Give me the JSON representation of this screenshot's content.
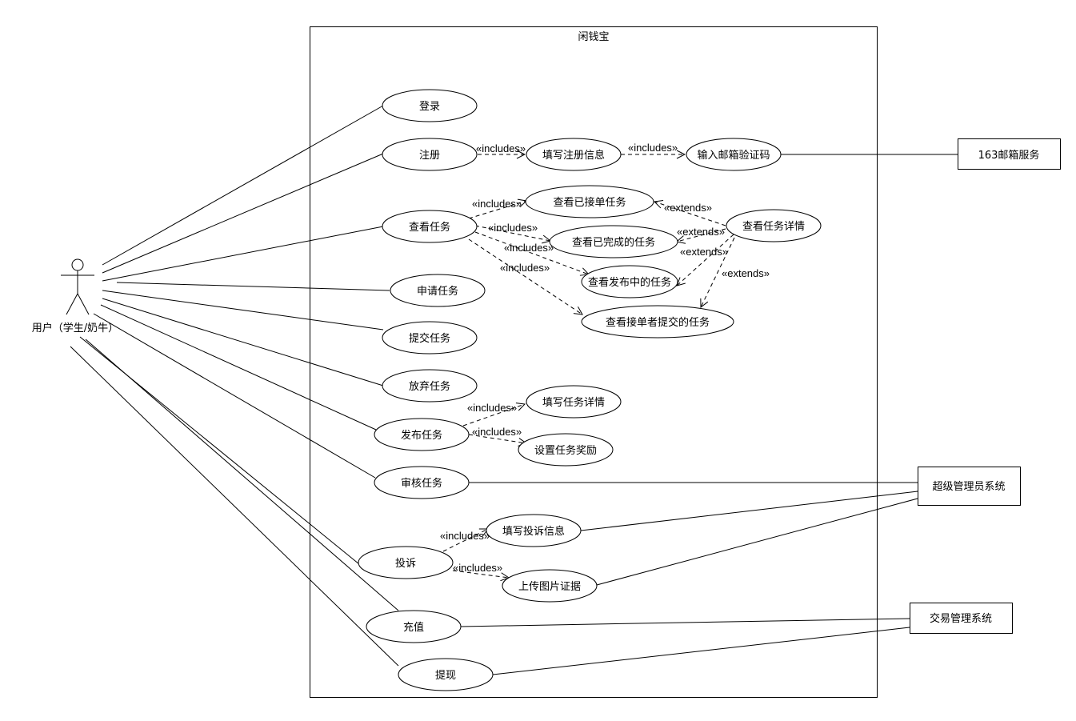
{
  "system": {
    "name": "闲钱宝"
  },
  "actor": {
    "name": "用户（学生/奶牛）"
  },
  "external_systems": {
    "mail": "163邮箱服务",
    "admin": "超级管理员系统",
    "trade": "交易管理系统"
  },
  "use_cases": {
    "login": "登录",
    "register": "注册",
    "fill_register": "填写注册信息",
    "email_code": "输入邮箱验证码",
    "view_tasks": "查看任务",
    "view_accepted": "查看已接单任务",
    "view_completed": "查看已完成的任务",
    "view_publishing": "查看发布中的任务",
    "view_submitted": "查看接单者提交的任务",
    "task_detail": "查看任务详情",
    "apply_task": "申请任务",
    "submit_task": "提交任务",
    "abandon_task": "放弃任务",
    "publish_task": "发布任务",
    "fill_task_detail": "填写任务详情",
    "set_reward": "设置任务奖励",
    "review_task": "审核任务",
    "complain": "投诉",
    "fill_complaint": "填写投诉信息",
    "upload_evidence": "上传图片证据",
    "recharge": "充值",
    "withdraw": "提现"
  },
  "relations": {
    "includes": "«includes»",
    "extends": "«extends»"
  }
}
